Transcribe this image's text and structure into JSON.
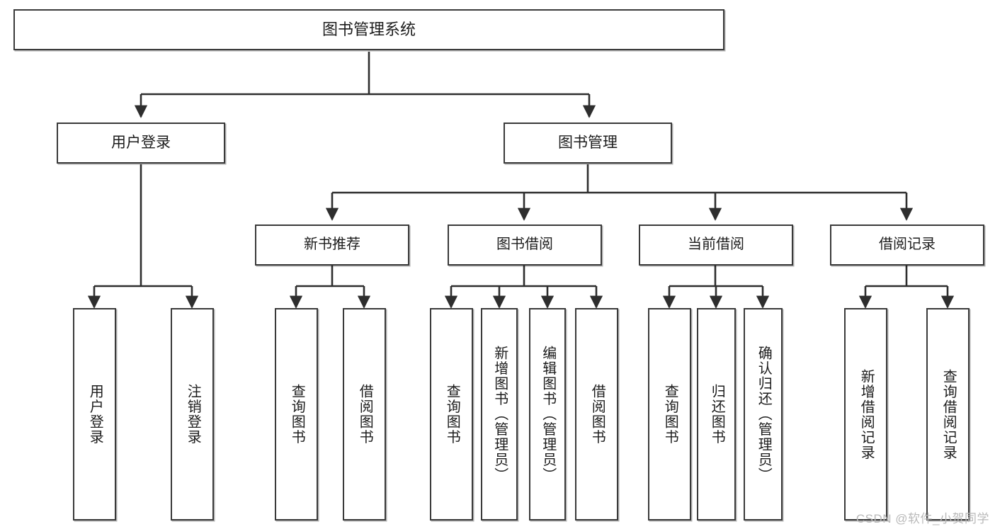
{
  "diagram": {
    "title": "图书管理系统",
    "type": "hierarchy-tree",
    "root": {
      "id": "root",
      "label": "图书管理系统"
    },
    "level1": [
      {
        "id": "user-login",
        "label": "用户登录"
      },
      {
        "id": "book-manage",
        "label": "图书管理"
      }
    ],
    "level2": [
      {
        "id": "new-book-rec",
        "label": "新书推荐"
      },
      {
        "id": "book-borrow",
        "label": "图书借阅"
      },
      {
        "id": "current-borrow",
        "label": "当前借阅"
      },
      {
        "id": "borrow-record",
        "label": "借阅记录"
      }
    ],
    "leaves": {
      "user-login": [
        {
          "id": "leaf-user-login",
          "label": "用户登录"
        },
        {
          "id": "leaf-logout",
          "label": "注销登录"
        }
      ],
      "new-book-rec": [
        {
          "id": "leaf-query-book-1",
          "label": "查询图书"
        },
        {
          "id": "leaf-borrow-book-1",
          "label": "借阅图书"
        }
      ],
      "book-borrow": [
        {
          "id": "leaf-query-book-2",
          "label": "查询图书"
        },
        {
          "id": "leaf-add-book",
          "label": "新增图书（管理员）"
        },
        {
          "id": "leaf-edit-book",
          "label": "编辑图书（管理员）"
        },
        {
          "id": "leaf-borrow-book-2",
          "label": "借阅图书"
        }
      ],
      "current-borrow": [
        {
          "id": "leaf-query-book-3",
          "label": "查询图书"
        },
        {
          "id": "leaf-return-book",
          "label": "归还图书"
        },
        {
          "id": "leaf-confirm-return",
          "label": "确认归还（管理员）"
        }
      ],
      "borrow-record": [
        {
          "id": "leaf-add-record",
          "label": "新增借阅记录"
        },
        {
          "id": "leaf-query-record",
          "label": "查询借阅记录"
        }
      ]
    }
  },
  "watermark": {
    "text": "CSDN @软件_小贺同学"
  },
  "colors": {
    "stroke": "#3a3a3a",
    "background": "#ffffff",
    "text": "#1c1c1c",
    "watermark": "#b9b9b9"
  }
}
